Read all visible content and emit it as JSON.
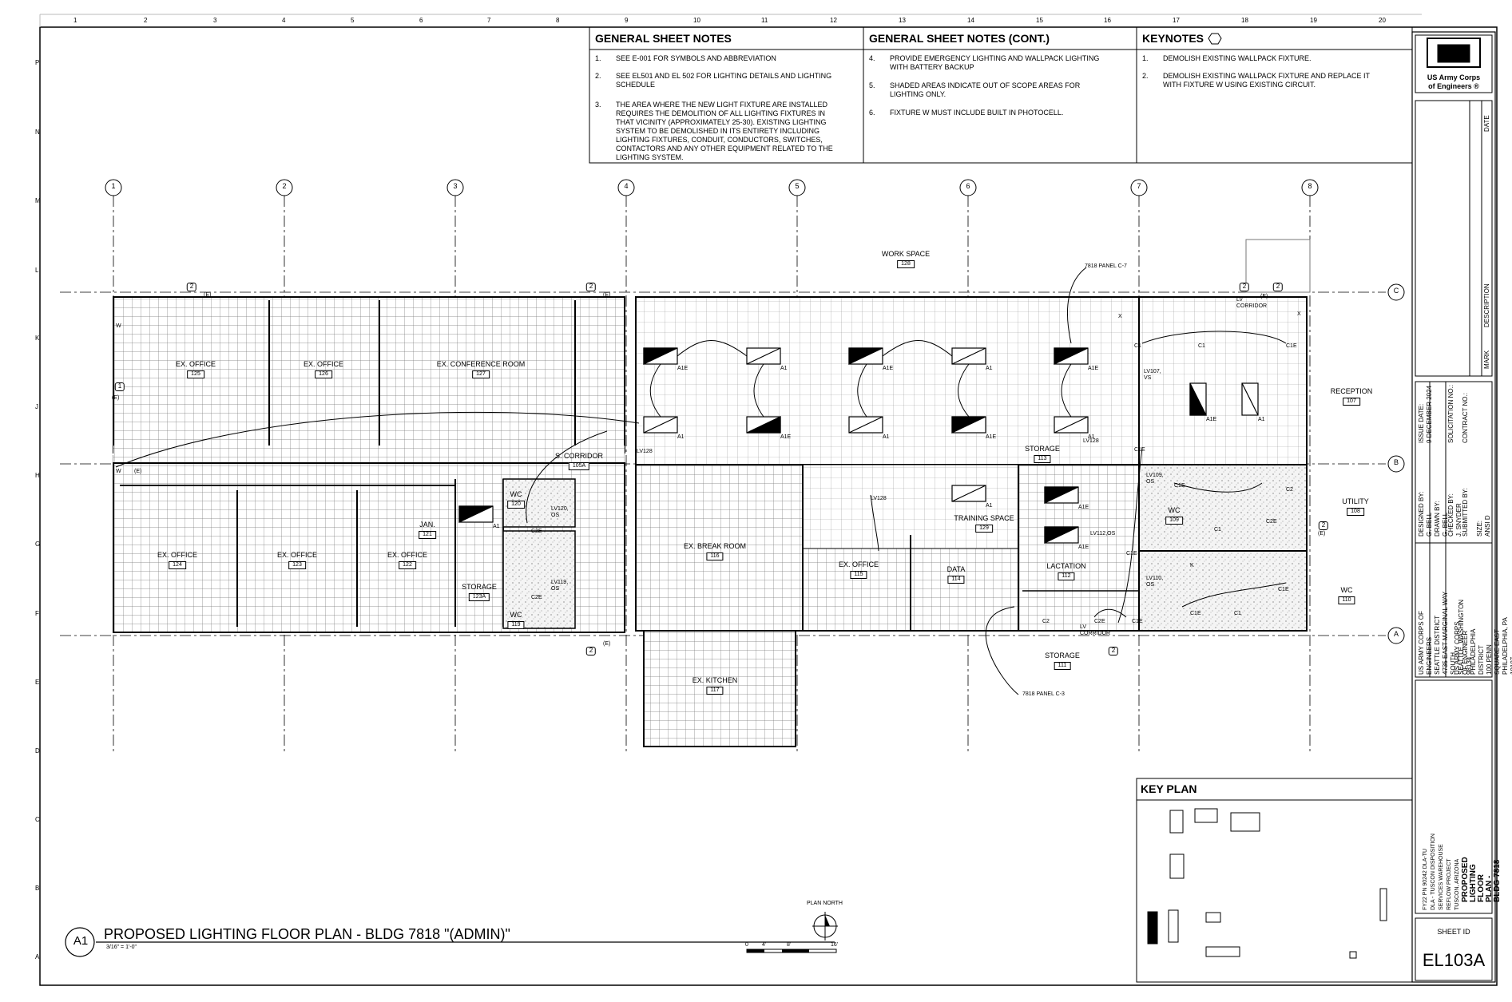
{
  "border": {
    "top_numbers": [
      "1",
      "2",
      "3",
      "4",
      "5",
      "6",
      "7",
      "8",
      "9",
      "10",
      "11",
      "12",
      "13",
      "14",
      "15",
      "16",
      "17",
      "18",
      "19",
      "20"
    ],
    "side_letters": [
      "P",
      "N",
      "M",
      "L",
      "K",
      "J",
      "H",
      "G",
      "F",
      "E",
      "D",
      "C",
      "B",
      "A"
    ]
  },
  "general_notes": {
    "title": "GENERAL SHEET NOTES",
    "items": [
      {
        "n": "1.",
        "t": "SEE E-001 FOR SYMBOLS AND ABBREVIATION"
      },
      {
        "n": "2.",
        "t": "SEE EL501 AND EL 502 FOR LIGHTING DETAILS AND LIGHTING\nSCHEDULE"
      },
      {
        "n": "3.",
        "t": "THE AREA WHERE THE NEW LIGHT FIXTURE ARE INSTALLED\nREQUIRES THE DEMOLITION OF ALL LIGHTING FIXTURES IN\nTHAT VICINITY (APPROXIMATELY 25-30). EXISTING LIGHTING\nSYSTEM TO BE DEMOLISHED IN ITS ENTIRETY INCLUDING\nLIGHTING FIXTURES, CONDUIT, CONDUCTORS, SWITCHES,\nCONTACTORS AND ANY OTHER EQUIPMENT RELATED TO THE\nLIGHTING SYSTEM."
      }
    ]
  },
  "general_notes_cont": {
    "title": "GENERAL SHEET NOTES (CONT.)",
    "items": [
      {
        "n": "4.",
        "t": "PROVIDE EMERGENCY LIGHTING AND WALLPACK LIGHTING\nWITH BATTERY BACKUP"
      },
      {
        "n": "5.",
        "t": "SHADED AREAS INDICATE OUT OF SCOPE AREAS FOR\nLIGHTING ONLY."
      },
      {
        "n": "6.",
        "t": "FIXTURE W MUST INCLUDE BUILT IN PHOTOCELL."
      }
    ]
  },
  "keynotes": {
    "title": "KEYNOTES",
    "items": [
      {
        "n": "1.",
        "t": "DEMOLISH EXISTING WALLPACK FIXTURE."
      },
      {
        "n": "2.",
        "t": "DEMOLISH EXISTING WALLPACK FIXTURE AND REPLACE IT\nWITH FIXTURE W USING EXISTING CIRCUIT."
      }
    ]
  },
  "grid": {
    "columns": [
      "1",
      "2",
      "3",
      "4",
      "5",
      "6",
      "7",
      "8"
    ],
    "rows": [
      "C",
      "B",
      "A"
    ]
  },
  "rooms": [
    {
      "name": "EX. OFFICE",
      "num": "125"
    },
    {
      "name": "EX. OFFICE",
      "num": "126"
    },
    {
      "name": "EX. CONFERENCE ROOM",
      "num": "127"
    },
    {
      "name": "WORK SPACE",
      "num": "128"
    },
    {
      "name": "RECEPTION",
      "num": "107"
    },
    {
      "name": "S. CORRIDOR",
      "num": "105A"
    },
    {
      "name": "STORAGE",
      "num": "113"
    },
    {
      "name": "WC",
      "num": "120"
    },
    {
      "name": "JAN.",
      "num": "121"
    },
    {
      "name": "EX. OFFICE",
      "num": "124"
    },
    {
      "name": "EX. OFFICE",
      "num": "123"
    },
    {
      "name": "EX. OFFICE",
      "num": "122"
    },
    {
      "name": "STORAGE",
      "num": "123A"
    },
    {
      "name": "WC",
      "num": "119"
    },
    {
      "name": "EX. BREAK ROOM",
      "num": "116"
    },
    {
      "name": "EX. OFFICE",
      "num": "115"
    },
    {
      "name": "DATA",
      "num": "114"
    },
    {
      "name": "TRAINING SPACE",
      "num": "129"
    },
    {
      "name": "LACTATION",
      "num": "112"
    },
    {
      "name": "WC",
      "num": "109"
    },
    {
      "name": "UTILITY",
      "num": "108"
    },
    {
      "name": "WC",
      "num": "110"
    },
    {
      "name": "STORAGE",
      "num": "111"
    },
    {
      "name": "EX. KITCHEN",
      "num": "117"
    }
  ],
  "fixture_tags": {
    "a1": "A1",
    "a1e": "A1E",
    "c1": "C1",
    "c1e": "C1E",
    "c2": "C2",
    "c2e": "C2E",
    "w": "W",
    "e": "(E)",
    "x": "X",
    "k": "K"
  },
  "circuit_labels": {
    "panel_c7": "7818 PANEL C-7",
    "panel_c3": "7818 PANEL C-3",
    "lv128a": "LV128",
    "lv128b": "LV128",
    "lv128c": "LV128",
    "lv120": "LV120,\nOS",
    "lv119": "LV119,\nOS",
    "lv107": "LV107,\nVS",
    "lv109": "LV109,\nOS",
    "lv110": "LV110,\nOS",
    "lv112": "LV112,OS",
    "lv_corridor_top": "LV\nCORRIDOR",
    "lv_corridor_bottom": "LV\nCORRIDOR"
  },
  "keynote_bubbles": [
    "1",
    "2"
  ],
  "drawing_title": {
    "tag": "A1",
    "title": "PROPOSED LIGHTING FLOOR PLAN - BLDG 7818 \"(ADMIN)\"",
    "scale": "3/16\" = 1'-0\"",
    "north": "PLAN NORTH",
    "scale_bar": [
      "0",
      "4'",
      "8'",
      "16'"
    ]
  },
  "key_plan": {
    "title": "KEY PLAN"
  },
  "title_block": {
    "logo_line1": "US Army Corps",
    "logo_line2": "of Engineers ®",
    "rev_headers": [
      "DATE",
      "DESCRIPTION",
      "MARK"
    ],
    "issue": "ISSUE DATE:\n9 DECEMBER 2024",
    "solicitation": "SOLICITATION NO.:",
    "contract": "CONTRACT NO.:",
    "designed": "DESIGNED BY:\nG. BELL",
    "drawn": "DRAWN BY:\nG. BELL",
    "checked": "CHECKED BY:\nJ. SNYDER",
    "submitted": "SUBMITTED BY:",
    "size": "SIZE:\nANSI D",
    "seattle": "US ARMY CORPS OF ENGINEERS\nSEATTLE DISTRICT\n4735 EAST MARGINAL WAY SOUTH\nSEATTLE, WASHINGTON 98134",
    "philly": "US ARMY CORPS OF ENGINEER\nPHILADELPHIA DISTRICT\n100 PENN SQUARE EAST\nPHILADELPHIA, PA 19107",
    "project": "FY22 PN 90242 DLA-TU\nDLA - TUSCON DISPOSITION SERVICES WAREHOUSE REFLOW PROJECT\nTUSCON, ARIZONA",
    "sheet_title": "PROPOSED LIGHTING FLOOR PLAN - BLDG 7818",
    "sheet_id_label": "SHEET ID",
    "sheet_id": "EL103A"
  }
}
